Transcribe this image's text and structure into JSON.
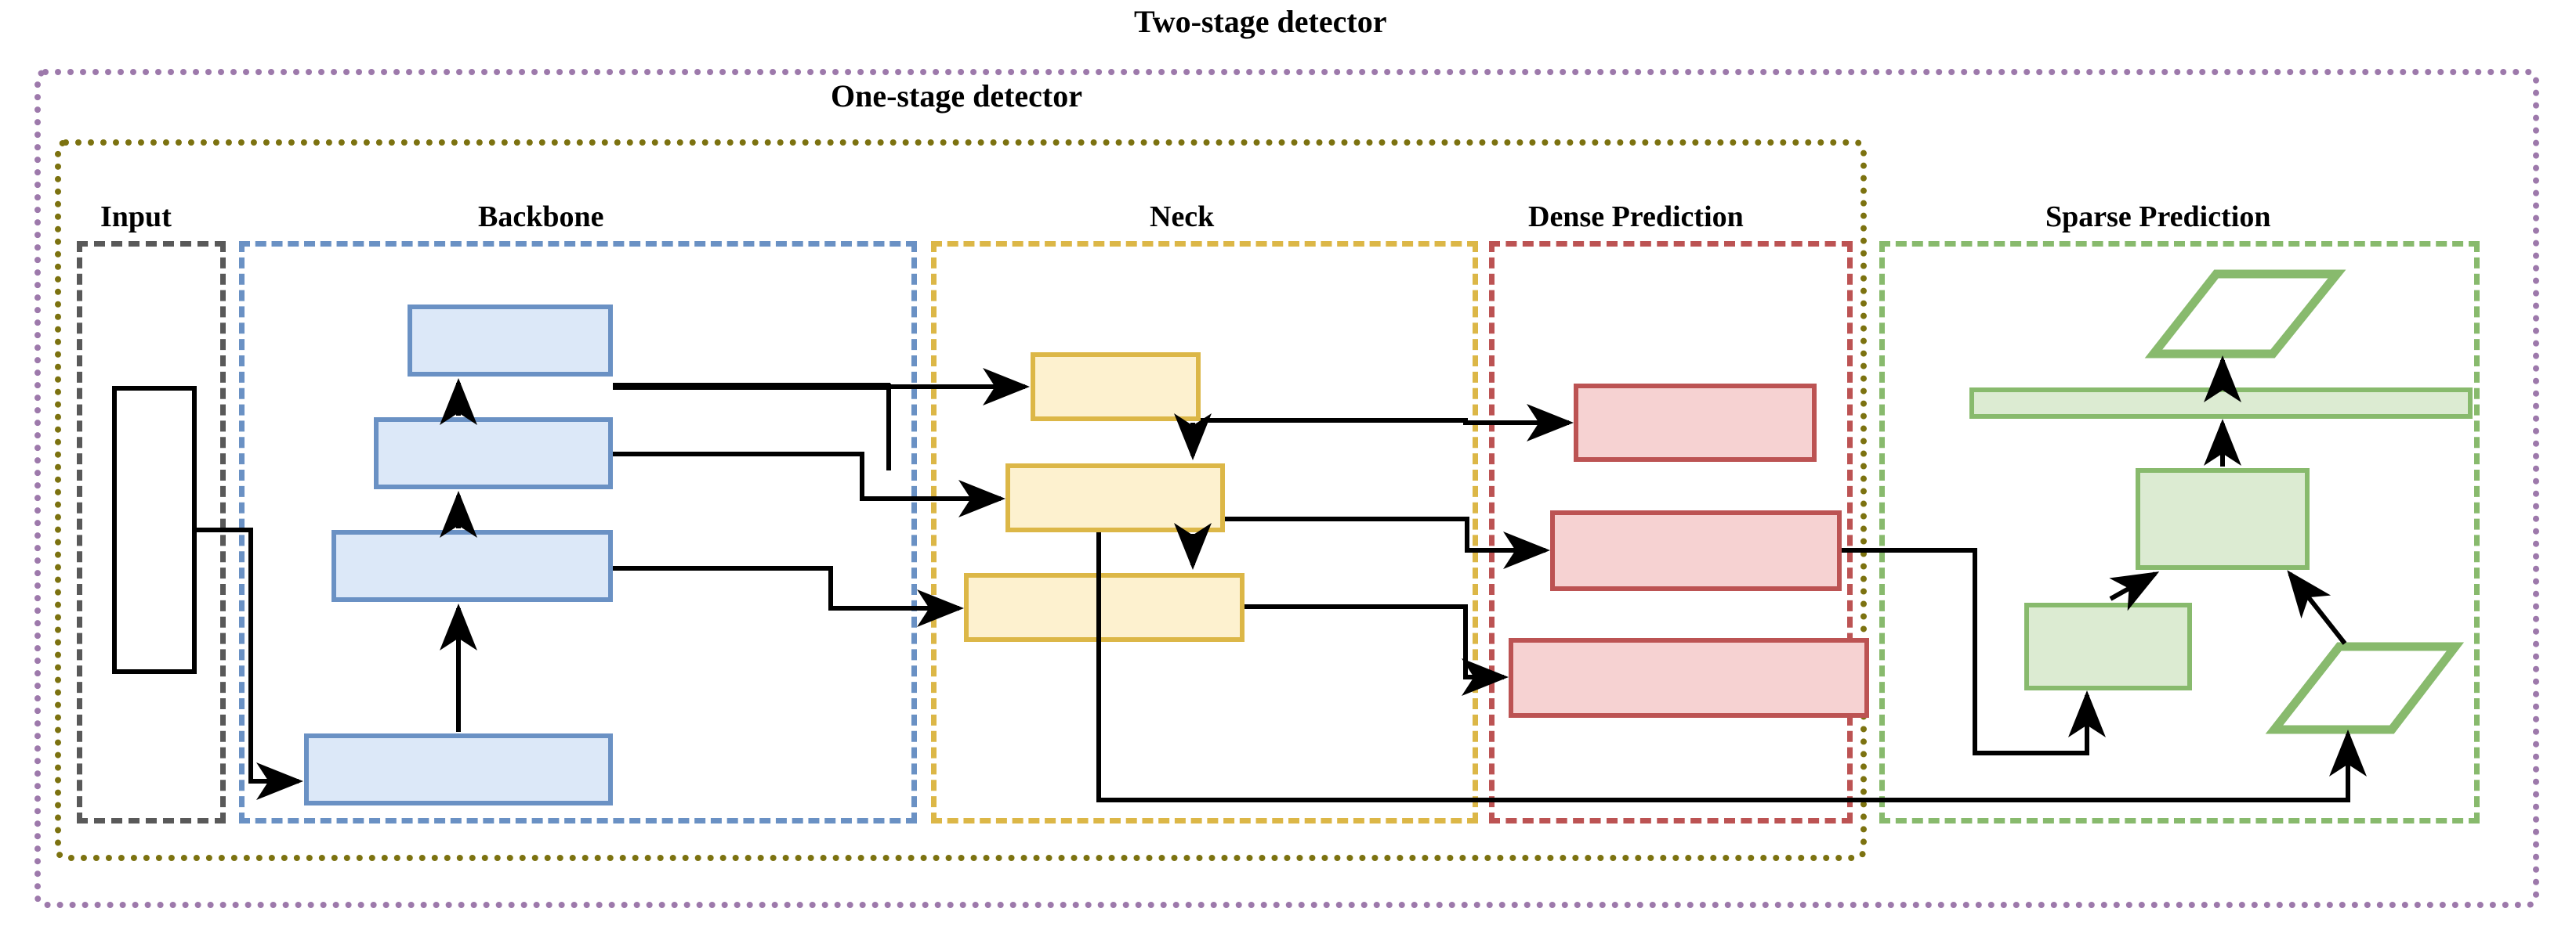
{
  "diagram": {
    "title_outer": "Two-stage detector",
    "title_inner": "One-stage detector",
    "sections": [
      {
        "key": "input",
        "label": "Input",
        "color": "#595959"
      },
      {
        "key": "backbone",
        "label": "Backbone",
        "color": "#6a91c4"
      },
      {
        "key": "neck",
        "label": "Neck",
        "color": "#dcb747"
      },
      {
        "key": "dense",
        "label": "Dense Prediction",
        "color": "#bc5353"
      },
      {
        "key": "sparse",
        "label": "Sparse Prediction",
        "color": "#88ba6d"
      }
    ],
    "colors": {
      "outer_two_stage": "#9d79ab",
      "outer_one_stage": "#7c7210",
      "input_stroke": "#595959",
      "backbone_stroke": "#6a91c4",
      "backbone_fill": "#dce8f8",
      "neck_stroke": "#dcb747",
      "neck_fill": "#fdf1cf",
      "dense_stroke": "#bc5353",
      "dense_fill": "#f6d2d2",
      "sparse_stroke": "#88ba6d",
      "sparse_fill": "#dcebd2",
      "wire": "#000000"
    },
    "nodes": {
      "input": [
        {
          "name": "input-image-block",
          "label": ""
        }
      ],
      "backbone": [
        {
          "name": "backbone-block-1",
          "label": ""
        },
        {
          "name": "backbone-block-2",
          "label": ""
        },
        {
          "name": "backbone-block-3",
          "label": ""
        },
        {
          "name": "backbone-block-4",
          "label": ""
        }
      ],
      "neck": [
        {
          "name": "neck-block-1",
          "label": ""
        },
        {
          "name": "neck-block-2",
          "label": ""
        },
        {
          "name": "neck-block-3",
          "label": ""
        }
      ],
      "dense": [
        {
          "name": "dense-block-1",
          "label": ""
        },
        {
          "name": "dense-block-2",
          "label": ""
        },
        {
          "name": "dense-block-3",
          "label": ""
        }
      ],
      "sparse": [
        {
          "name": "sparse-parallelogram-top",
          "label": ""
        },
        {
          "name": "sparse-bar",
          "label": ""
        },
        {
          "name": "sparse-block-center",
          "label": ""
        },
        {
          "name": "sparse-block-left",
          "label": ""
        },
        {
          "name": "sparse-parallelogram-right",
          "label": ""
        }
      ]
    }
  }
}
